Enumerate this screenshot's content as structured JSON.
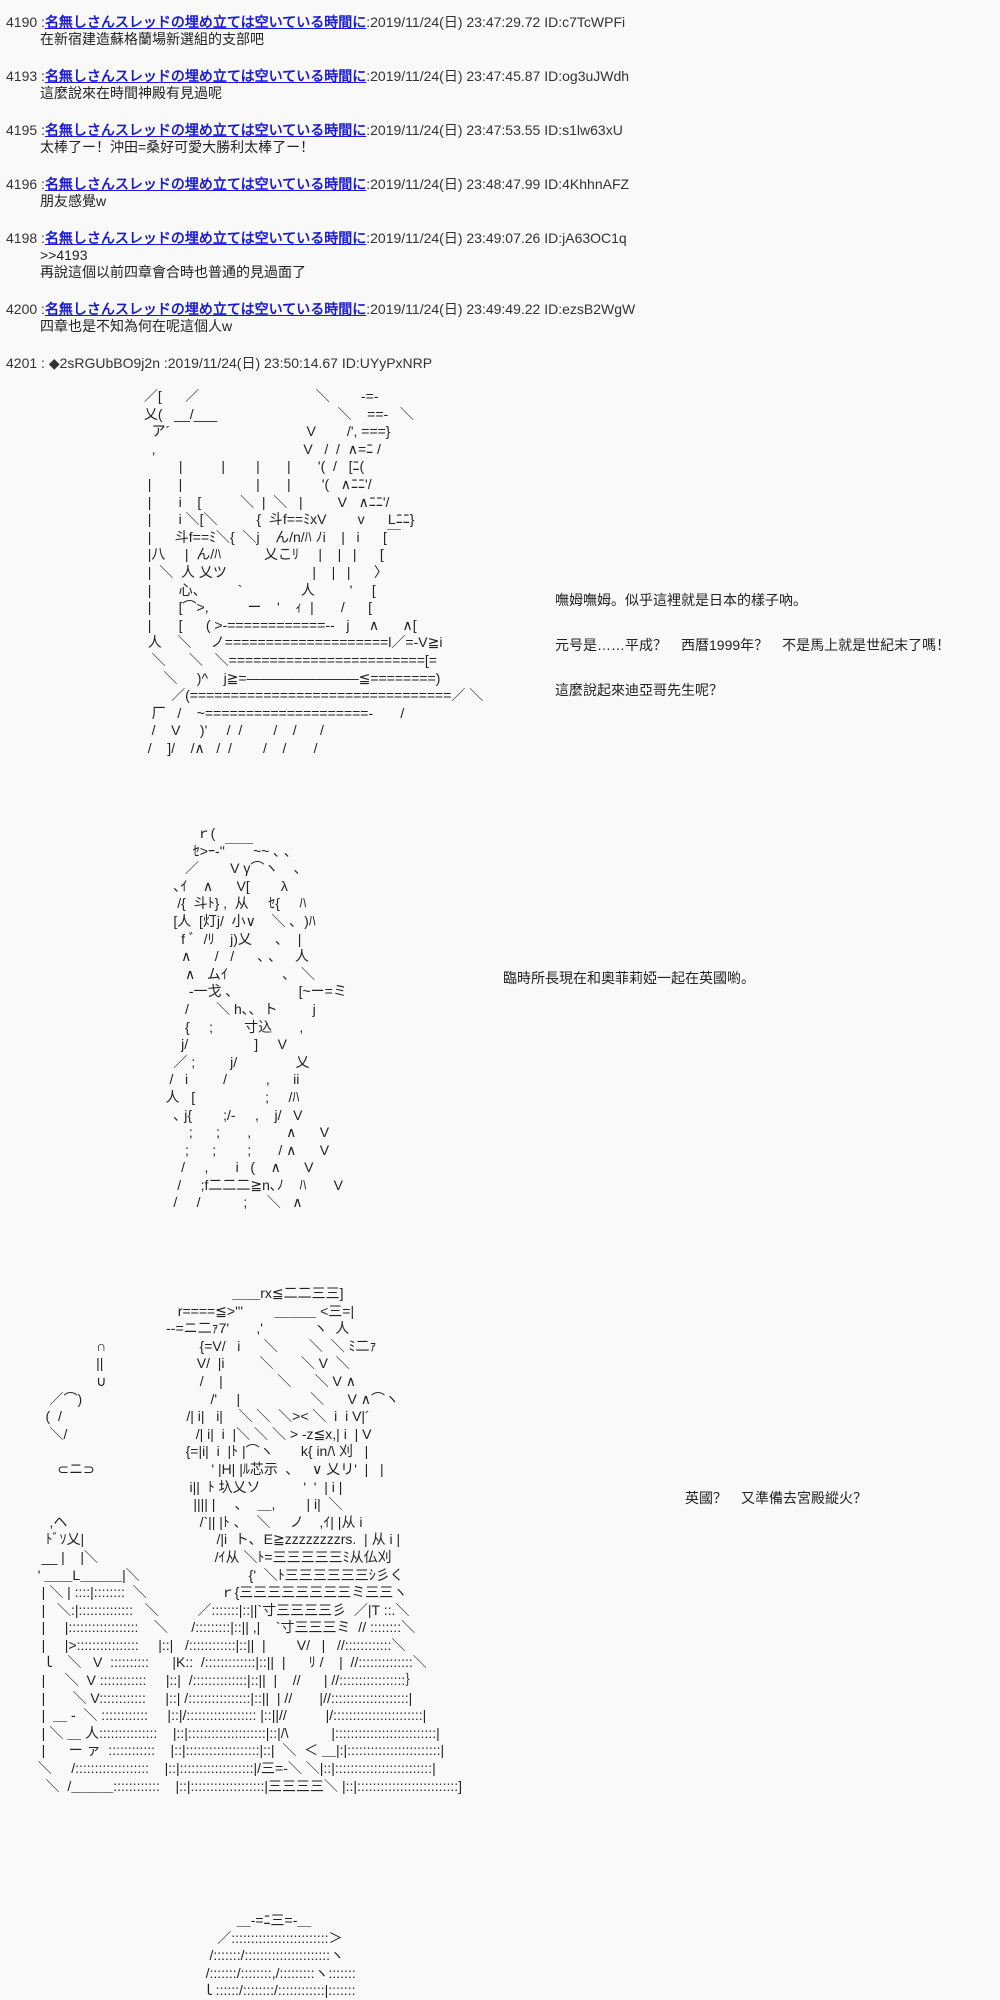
{
  "posts": [
    {
      "num": "4190",
      "name": "名無しさんスレッドの埋め立ては空いている時間に",
      "date": "2019/11/24(日) 23:47:29.72",
      "id": "ID:c7TcWPFi",
      "lines": [
        "在新宿建造蘇格蘭場新選組的支部吧"
      ]
    },
    {
      "num": "4193",
      "name": "名無しさんスレッドの埋め立ては空いている時間に",
      "date": "2019/11/24(日) 23:47:45.87",
      "id": "ID:og3uJWdh",
      "lines": [
        "這麼說來在時間神殿有見過呢"
      ]
    },
    {
      "num": "4195",
      "name": "名無しさんスレッドの埋め立ては空いている時間に",
      "date": "2019/11/24(日) 23:47:53.55",
      "id": "ID:s1lw63xU",
      "lines": [
        "太棒了ー！沖田=桑好可愛大勝利太棒了ー！"
      ]
    },
    {
      "num": "4196",
      "name": "名無しさんスレッドの埋め立ては空いている時間に",
      "date": "2019/11/24(日) 23:48:47.99",
      "id": "ID:4KhhnAFZ",
      "lines": [
        "朋友感覺w"
      ]
    },
    {
      "num": "4198",
      "name": "名無しさんスレッドの埋め立ては空いている時間に",
      "date": "2019/11/24(日) 23:49:07.26",
      "id": "ID:jA63OC1q",
      "lines": [
        ">>4193",
        "再說這個以前四章會合時也普通的見過面了"
      ]
    },
    {
      "num": "4200",
      "name": "名無しさんスレッドの埋め立ては空いている時間に",
      "date": "2019/11/24(日) 23:49:49.22",
      "id": "ID:ezsB2WgW",
      "lines": [
        "四章也是不知為何在呢這個人w"
      ]
    }
  ],
  "op": {
    "num": "4201",
    "trip": "◆2sRGUbBO9j2n",
    "date": "2019/11/24(日) 23:50:14.67",
    "id": "ID:UYyPxNRP"
  },
  "dialogue": {
    "scene1": [
      "嘸姆嘸姆。似乎這裡就是日本的樣子吶。",
      "元号是……平成？　西暦1999年？　不是馬上就是世紀末了嗎！",
      "這麼說起來迪亞哥先生呢？"
    ],
    "scene2": [
      "臨時所長現在和奧菲莉婭一起在英國喲。"
    ],
    "scene3": [
      "英國？　又準備去宮殿縱火？"
    ]
  },
  "art": {
    "aa1": " ／[      ／                              ＼        -=-\n 乂(   __/___                               ＼    ==-   ＼\n   ア´                                   V        /', ===}\n   ,                                      V   /  /  ∧=ﾆ /\n          |          |        |       |       '(  /   [ﾆ(\n  |       |                   |       |        '(   ∧ﾆﾆ'/\n  |       i    [          ＼  |  ＼   |         V   ∧ﾆﾆ'/\n  |       i ＼[＼          {  斗f==ﾐxV        v      Lﾆﾆ}\n  |      斗f==ﾐ＼{  ＼j    ん/n/ﾊ ﾉi    |   i      [￣\n  |八     |  ん/ﾊ           乂こﾘ     |    |   |      [\n  |  ＼  人 乂ツ                      |    |   |      〉\n  |       心、        `               人         '     [\n  |       [⌒>,          ー    '    ｨ  |       /      [\n  |       [      ( >-============--   j     ∧      ∧[\n  人    ＼     ノ====================l／=-V≧i\n   ＼      ＼   ＼========================[=\n      ＼     )^    j≧=――――――――≦========)\n        ／(================================／ ＼\n   厂   /    ~====================-       /\n   /    V     )'     /  /        /    /      /\n  /    ]/    /∧   /  /        /    /       /",
    "aa2": "            ｒ(\n           ｾ>ｰ‐''￣￣~~ ､ ､\n         ／        V γ⌒ヽ    ､\n      ､ｲ    ∧      V[        λ\n       /{  斗ﾄ} ,  从     ｾ{     ﾊ\n      [人  [灯j/  小∨    ＼ ､  )ﾊ\n        f ﾞ  /ﾘ    j)乂      ､    |\n        ∧      /   /      ､ ､     人\n         ∧   ムｲ              ､   ＼\n          ‐一戈 ､                 [~ー=ミ\n         /       ＼ h､､  ト         j\n         {     ;        寸込       ,\n        j/                 ]     V\n      ／ ;         j/               乂\n     /   i         /          ,      ii\n    人   [                  ;     /ﾊ\n      ､ j{        ;/-     ,    j/   V\n          ;      ;       ,         ∧      V\n         ;      ;        ;       / ∧      V\n        /     ,       i   (    ∧      V\n       /     ;f二二二≧n､ﾉ    ﾊ       V\n      /     /           ;     ＼   ∧",
    "aa3": "                                                    ＿＿rx≦二二三三]\n                                      r====≦>'''        ＿＿＿ <三=|\n                                   --=ニ二ｧ7'       ,'             ヽ  人\n                 ∩                        {=V/   i      ＼        ＼  ＼ ﾐ二ｧ\n                 ||                        V/  |i         ＼       ＼ V  ＼\n                 ∪                        /    |              ＼      ＼ V ∧\n     ／⌒)                                 /'     |                  ＼      V ∧⌒ヽ\n    (  /                                /| i|   i|    ＼ ＼  ＼>< ＼  i  i V|´\n     ＼/                                 /| i|  i  |＼ ＼ ＼ > -z≦x,| i  | V\n                                        {=|i|  i  |ﾄ |⌒ヽ       k{ in/\\ 刈   |\n       ⊂ニ⊃                              ' |H| |ﾙ芯示  ､     ∨ 乂リ'  |   |\n                                         i||  ﾄ 圦乂ソ           '  '  | i |\n                                          |||| |     ､    ＿,        | i|  ＼\n     ,ヘ                                  /`|| |ﾄ ､    ＼     ノ    ,ｲ| |从 i\n    ﾄﾞｿ乂|                                  /|i  ト､  E≧zzzzzzzzrs.  | 从 i |\n   __ |    |＼                              /ｲ从 ＼ﾄ=三三三三三ﾐ从仏刈\n  ' ＿＿L＿＿＿|＼                            {'  ＼ﾄ三三三三三三ｼ彡く\n   | ＼ | ::::|::::::::  ＼                   ｒ{三三三三三三三三ミ三三ヽ\n   |   ＼:|::::::::::::::   ＼          ／:::::::|::||`寸三三三三彡  ／|T ::.＼\n   |     |::::::::::::::::::    ＼      /:::::::::|::|| ,|    `寸三三三ミ  // ::::::::＼\n   |     |>::::::::::::::::     |::|   /::::::::::::|::||  |        V/   |   //::::::::::::＼\n   ｌ   ＼   V  ::::::::::      |K::  /:::::::::::::|::||  |      ﾘ /    |  //::::::::::::::＼\n   |     ＼  V ::::::::::::     |::|  /::::::::::::::|::||  |    //      | //:::::::::::::::::｝\n   |       ＼ V::::::::::::     |::| /::::::::::::::::|::||  | //       |//::::::::::::::::::::|\n   |  ＿ -  ＼ ::::::::::::     |::|/:::::::::::::::::: |::||//          |/:::::::::::::::::::::::|\n   | ＼ ＿ 人:::::::::::::::    |::|::::::::::::::::::::|::|/\\           |::::::::::::::::::::::::::|\n   |      ー ァ  ::::::::::::    |::|:::::::::::::::::::|::|  ＼  ＜ ＿|:|::::::::::::::::::::::::|\n  ＼     /:::::::::::::::::::    |::|:::::::::::::::::::|/三=-＼ ＼|::|:::::::::::::::::::::::::|\n    ＼  /＿＿＿::::::::::::    |::|:::::::::::::::::::|三三三三＼ |::|::::::::::::::::::::::::::]",
    "aa4": "                              ＿-=ﾆ三=-＿\n                         ／:::::::::::::::::::::::::＞\n                       /:::::::/::::::::::::::::::::::ヽ\n                      /:::::::/::::::::,/:::::::::ヽ:::::::\n                     ｌ::::::/::::::::/::::::::::::|:::::::"
  }
}
